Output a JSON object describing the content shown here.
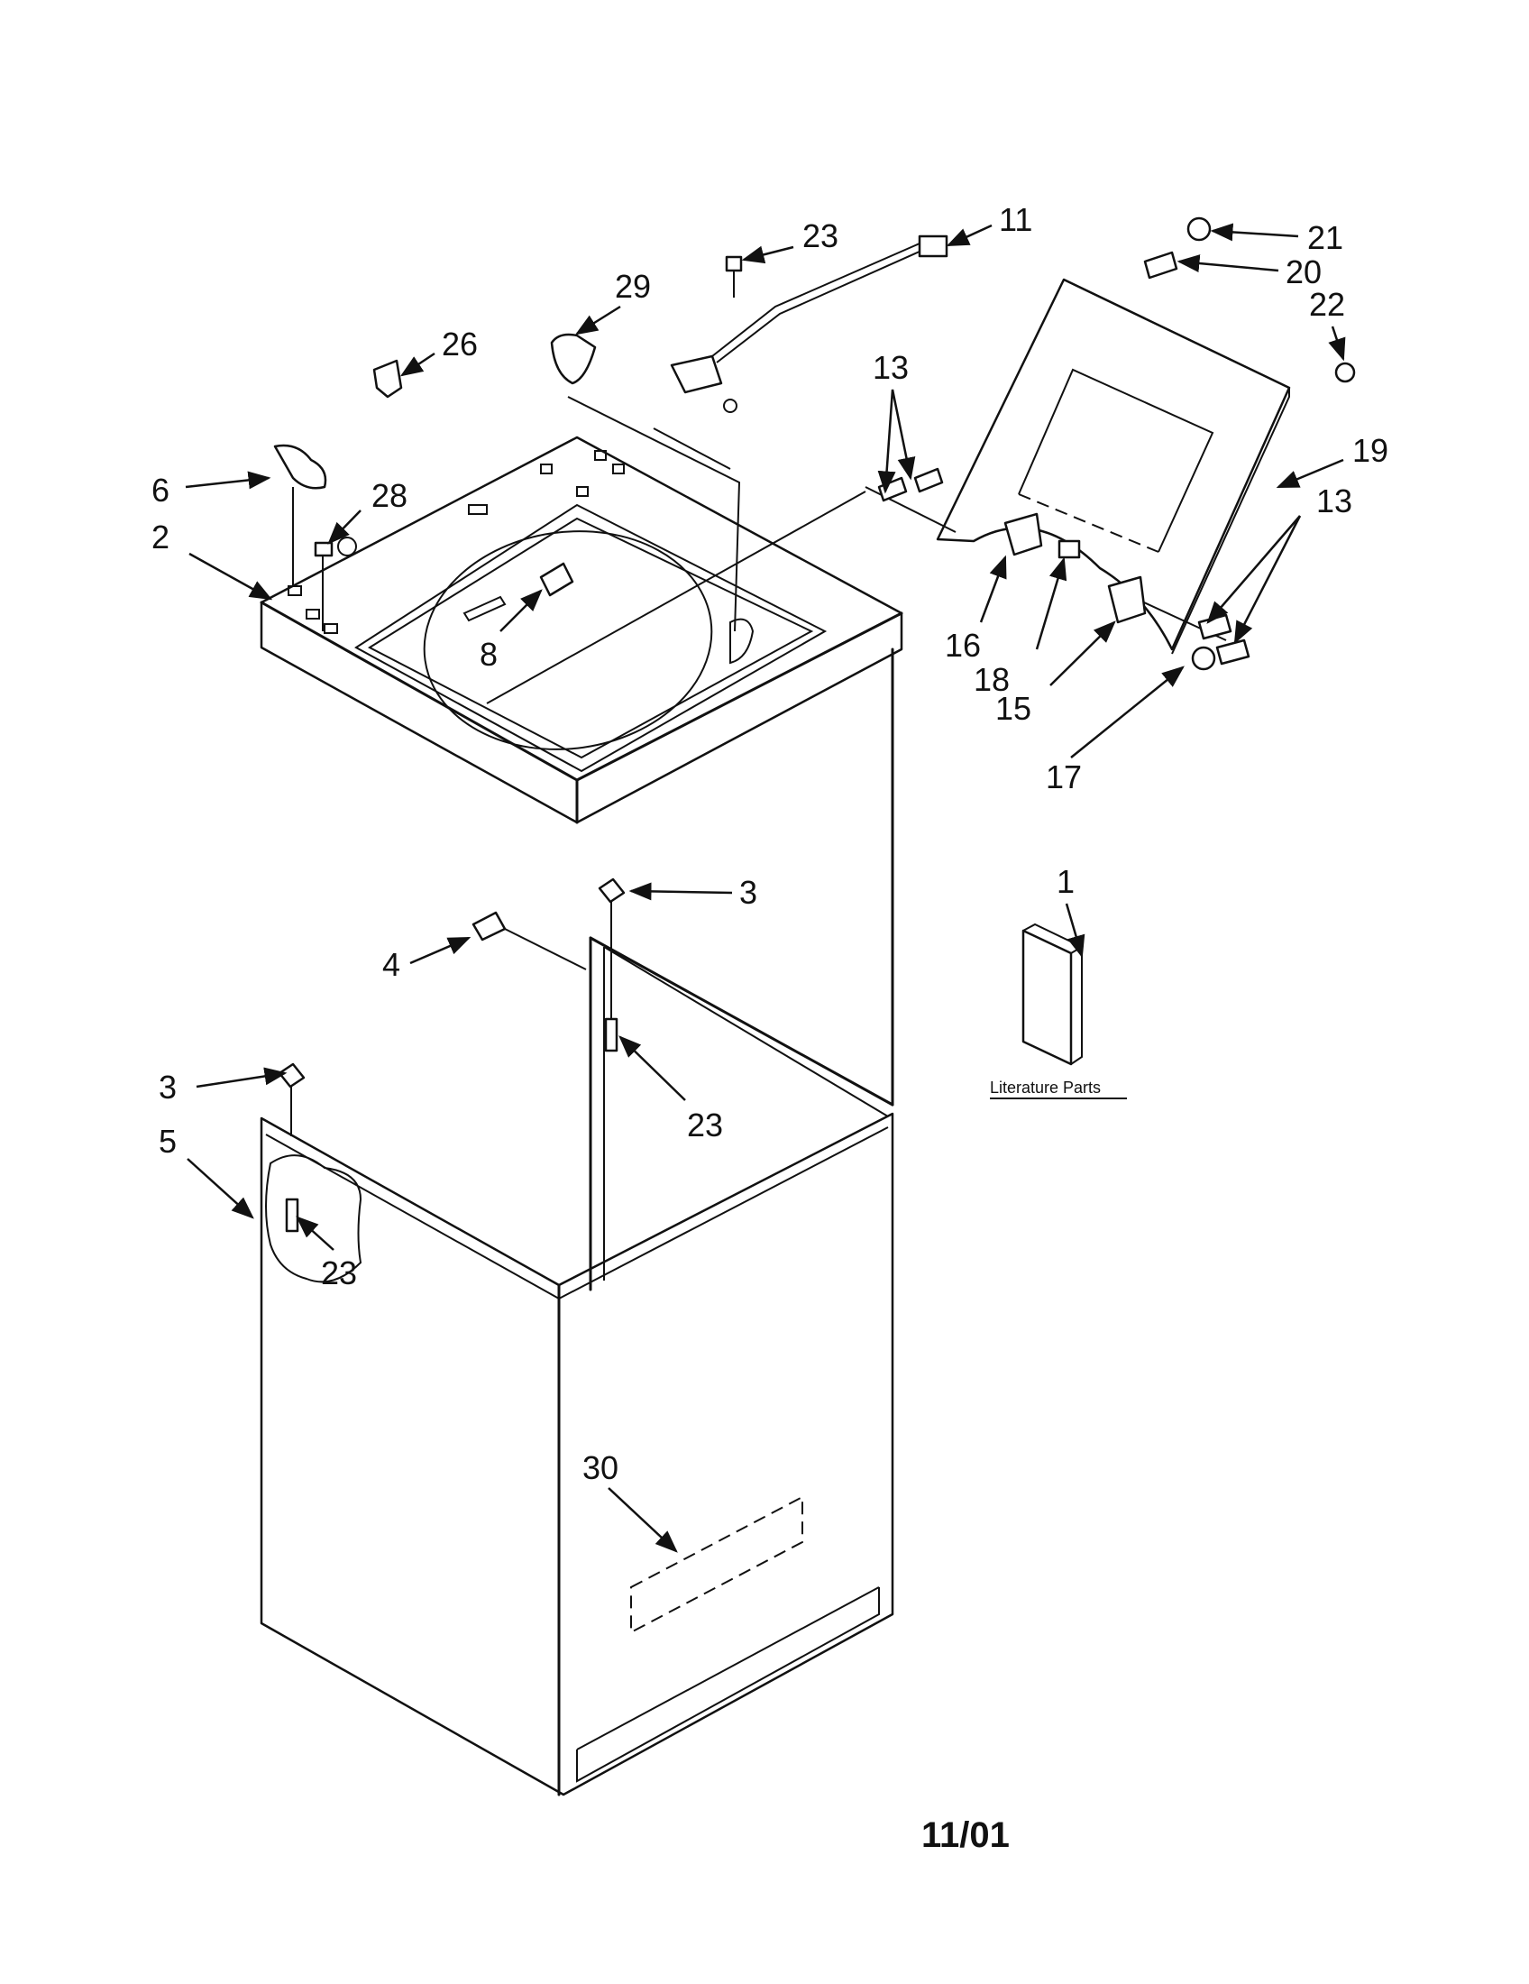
{
  "callouts": {
    "c1": "1",
    "c2": "2",
    "c3a": "3",
    "c3b": "3",
    "c4": "4",
    "c5": "5",
    "c6": "6",
    "c8": "8",
    "c11": "11",
    "c13a": "13",
    "c13b": "13",
    "c15": "15",
    "c16": "16",
    "c17": "17",
    "c18": "18",
    "c19": "19",
    "c20": "20",
    "c21": "21",
    "c22": "22",
    "c23a": "23",
    "c23b": "23",
    "c23c": "23",
    "c26": "26",
    "c28": "28",
    "c29": "29",
    "c30": "30"
  },
  "literature_label": "Literature Parts",
  "date_code": "11/01"
}
